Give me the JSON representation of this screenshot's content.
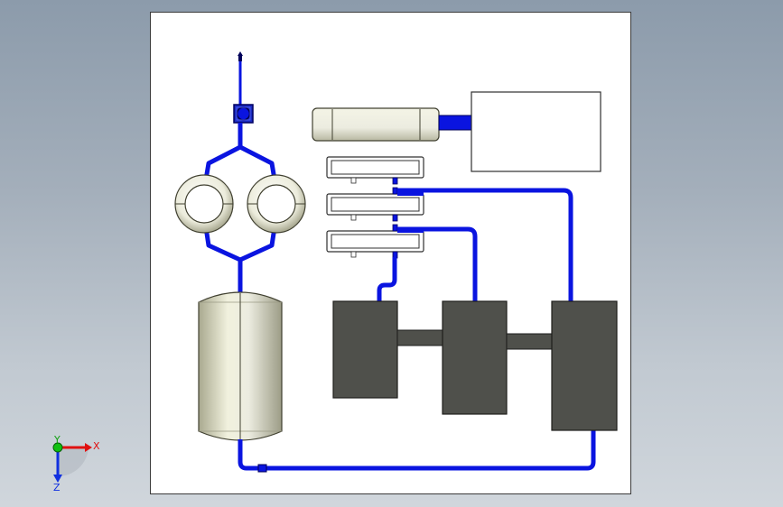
{
  "triad": {
    "x_label": "X",
    "y_label": "Y",
    "z_label": "Z"
  },
  "colors": {
    "background_top": "#8c9bab",
    "background_bottom": "#d0d6dc",
    "sheet": "#ffffff",
    "pipe": "#0a14e0",
    "pipe_dark": "#00008c",
    "machine_block": "#4f504b",
    "vessel_shell": "#e4e4cf",
    "axis_x": "#e01010",
    "axis_y": "#10c010",
    "axis_z": "#1030e0"
  }
}
